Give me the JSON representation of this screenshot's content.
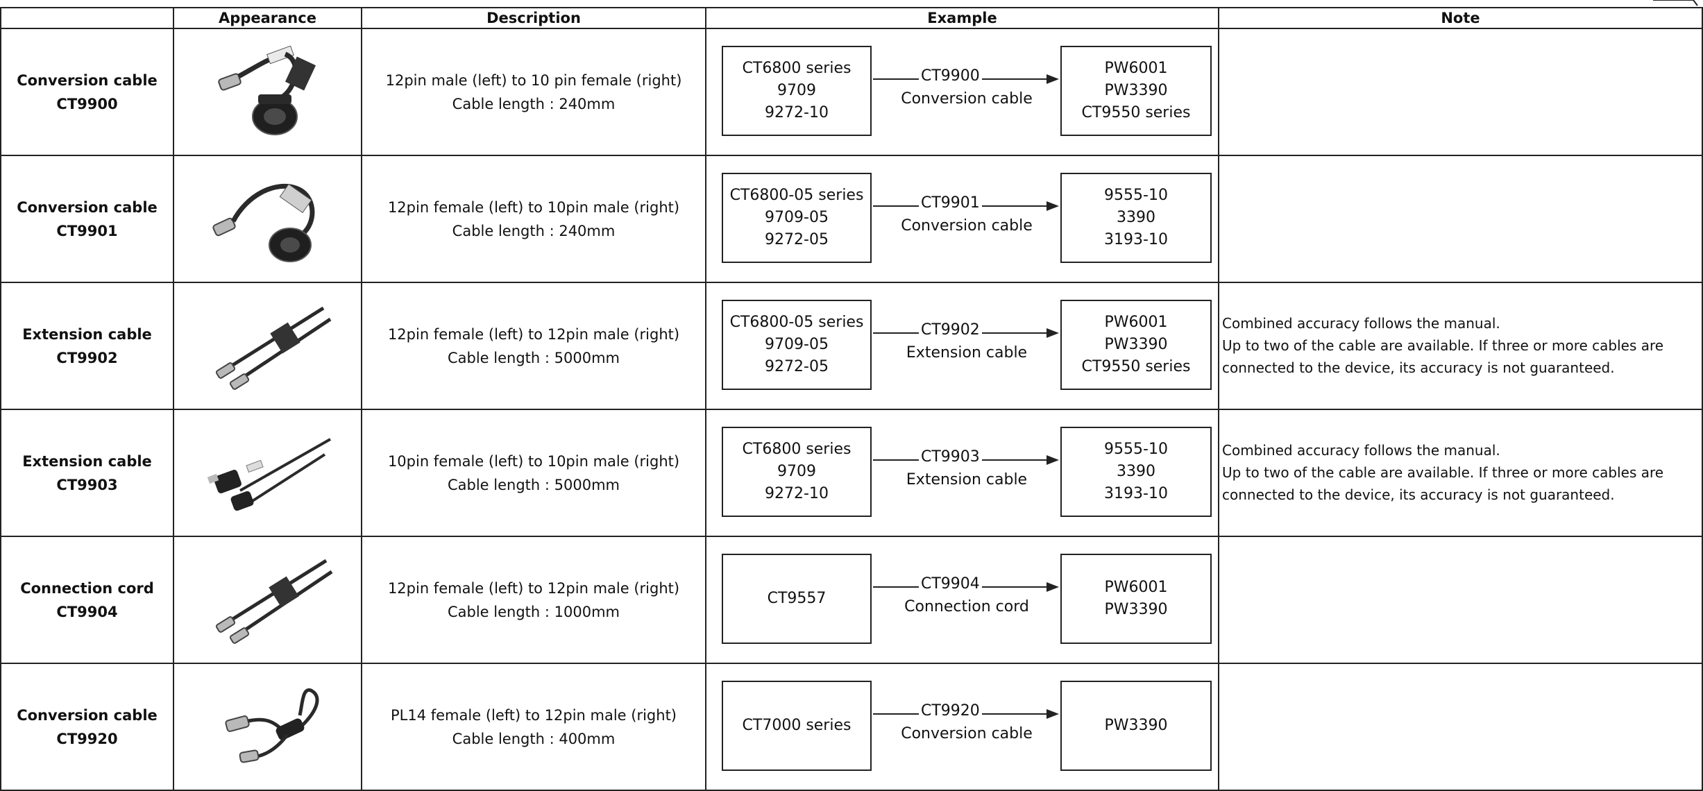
{
  "headers": {
    "blank": "",
    "appearance": "Appearance",
    "description": "Description",
    "example": "Example",
    "note": "Note"
  },
  "rows": [
    {
      "name_line1": "Conversion cable",
      "name_line2": "CT9900",
      "desc_line1": "12pin male (left) to 10 pin female (right)",
      "desc_line2": "Cable length : 240mm",
      "left_box": [
        "CT6800 series",
        "9709",
        "9272-10"
      ],
      "arrow_code": "CT9900",
      "arrow_desc": "Conversion cable",
      "right_box": [
        "PW6001",
        "PW3390",
        "CT9550 series"
      ],
      "note_line1": "",
      "note_line2": "",
      "note_line3": ""
    },
    {
      "name_line1": "Conversion cable",
      "name_line2": "CT9901",
      "desc_line1": "12pin female (left) to 10pin male (right)",
      "desc_line2": "Cable length : 240mm",
      "left_box": [
        "CT6800-05 series",
        "9709-05",
        "9272-05"
      ],
      "arrow_code": "CT9901",
      "arrow_desc": "Conversion cable",
      "right_box": [
        "9555-10",
        "3390",
        "3193-10"
      ],
      "note_line1": "",
      "note_line2": "",
      "note_line3": ""
    },
    {
      "name_line1": "Extension cable",
      "name_line2": "CT9902",
      "desc_line1": "12pin female (left) to 12pin male (right)",
      "desc_line2": "Cable length : 5000mm",
      "left_box": [
        "CT6800-05 series",
        "9709-05",
        "9272-05"
      ],
      "arrow_code": "CT9902",
      "arrow_desc": "Extension cable",
      "right_box": [
        "PW6001",
        "PW3390",
        "CT9550 series"
      ],
      "note_line1": "Combined accuracy follows the manual.",
      "note_line2": "Up to two of the cable are available. If three or more cables are",
      "note_line3": "connected to the device, its accuracy is not guaranteed."
    },
    {
      "name_line1": "Extension cable",
      "name_line2": "CT9903",
      "desc_line1": "10pin female (left) to 10pin male (right)",
      "desc_line2": "Cable length : 5000mm",
      "left_box": [
        "CT6800 series",
        "9709",
        "9272-10"
      ],
      "arrow_code": "CT9903",
      "arrow_desc": "Extension cable",
      "right_box": [
        "9555-10",
        "3390",
        "3193-10"
      ],
      "note_line1": "Combined accuracy follows the manual.",
      "note_line2": "Up to two of the cable are available. If three or more cables are",
      "note_line3": "connected to the device, its accuracy is not guaranteed."
    },
    {
      "name_line1": "Connection cord",
      "name_line2": "CT9904",
      "desc_line1": "12pin female (left) to 12pin male (right)",
      "desc_line2": "Cable length : 1000mm",
      "left_box": [
        "CT9557"
      ],
      "arrow_code": "CT9904",
      "arrow_desc": "Connection cord",
      "right_box": [
        "PW6001",
        "PW3390"
      ],
      "note_line1": "",
      "note_line2": "",
      "note_line3": ""
    },
    {
      "name_line1": "Conversion cable",
      "name_line2": "CT9920",
      "desc_line1": "PL14 female (left) to 12pin male (right)",
      "desc_line2": "Cable length : 400mm",
      "left_box": [
        "CT7000 series"
      ],
      "arrow_code": "CT9920",
      "arrow_desc": "Conversion cable",
      "right_box": [
        "PW3390"
      ],
      "note_line1": "",
      "note_line2": "",
      "note_line3": ""
    }
  ],
  "icons": {
    "cable_photo": "cable-photo-icon",
    "arrow": "arrow-right-icon"
  },
  "colors": {
    "border": "#222222",
    "cable": "#2a2a2a",
    "metal": "#b9b9b9"
  }
}
